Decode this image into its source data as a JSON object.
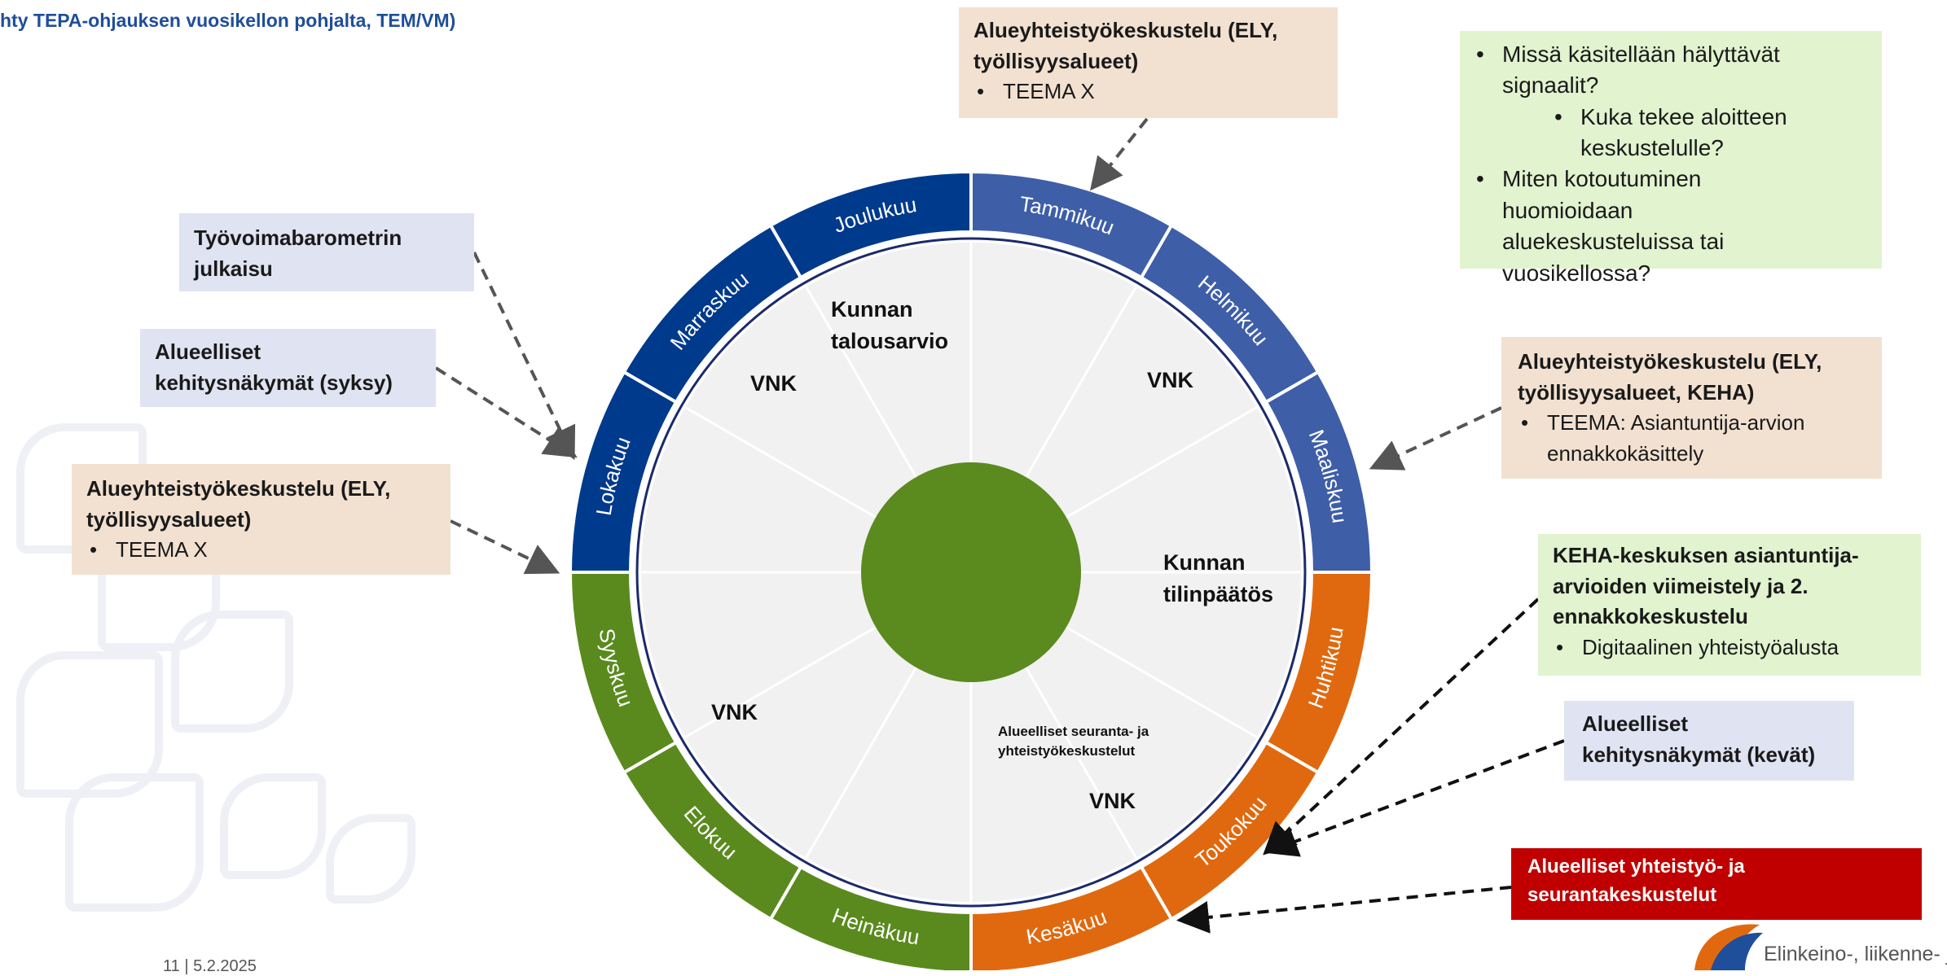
{
  "title": "hty TEPA-ohjauksen vuosikellon pohjalta, TEM/VM)",
  "months": [
    {
      "name": "Tammikuu",
      "color": "#3e5ea8"
    },
    {
      "name": "Helmikuu",
      "color": "#3e5ea8"
    },
    {
      "name": "Maaliskuu",
      "color": "#3e5ea8"
    },
    {
      "name": "Huhtikuu",
      "color": "#e0690f"
    },
    {
      "name": "Toukokuu",
      "color": "#e0690f"
    },
    {
      "name": "Kesäkuu",
      "color": "#e0690f"
    },
    {
      "name": "Heinäkuu",
      "color": "#5a8a1e"
    },
    {
      "name": "Elokuu",
      "color": "#5a8a1e"
    },
    {
      "name": "Syyskuu",
      "color": "#5a8a1e"
    },
    {
      "name": "Lokakuu",
      "color": "#003a8c"
    },
    {
      "name": "Marraskuu",
      "color": "#003a8c"
    },
    {
      "name": "Joulukuu",
      "color": "#003a8c"
    }
  ],
  "inner": {
    "kunnan_talousarvio_1": "Kunnan",
    "kunnan_talousarvio_2": "talousarvio",
    "vnk": "VNK",
    "kunnan_tilinpaatos_1": "Kunnan",
    "kunnan_tilinpaatos_2": "tilinpäätös",
    "seuranta_1": "Alueelliset seuranta- ja",
    "seuranta_2": "yhteistyökeskustelut",
    "center_color": "#5b8a1e"
  },
  "boxes": {
    "top_center": {
      "title_1": "Alueyhteistyökeskustelu (ELY,",
      "title_2": "työllisyysalueet)",
      "bullet": "TEEMA X"
    },
    "barometri": {
      "line_1": "Työvoimabarometrin",
      "line_2": "julkaisu"
    },
    "syksy": {
      "line_1": "Alueelliset",
      "line_2": "kehitysnäkymät (syksy)"
    },
    "left_peach": {
      "title_1": "Alueyhteistyökeskustelu (ELY,",
      "title_2": "työllisyysalueet)",
      "bullet": "TEEMA X"
    },
    "questions": {
      "q1_1": "Missä käsitellään hälyttävät",
      "q1_2": "signaalit?",
      "q2_1": "Kuka tekee aloitteen",
      "q2_2": "keskustelulle?",
      "q3_1": "Miten kotoutuminen",
      "q3_2": "huomioidaan",
      "q3_3": "aluekeskusteluissa tai",
      "q3_4": "vuosikellossa?"
    },
    "right_peach": {
      "title_1": "Alueyhteistyökeskustelu (ELY,",
      "title_2": "työllisyysalueet, KEHA)",
      "bullet_1": "TEEMA: Asiantuntija-arvion",
      "bullet_2": "ennakkokäsittely"
    },
    "keha": {
      "title_1": "KEHA-keskuksen asiantuntija-",
      "title_2": "arvioiden viimeistely ja 2.",
      "title_3": "ennakkokeskustelu",
      "bullet": "Digitaalinen yhteistyöalusta"
    },
    "kevat": {
      "line_1": "Alueelliset",
      "line_2": "kehitysnäkymät (kevät)"
    },
    "red": {
      "line_1": "Alueelliset yhteistyö- ja",
      "line_2": "seurantakeskustelut"
    }
  },
  "footer": {
    "page": "11  |  5.2.2025",
    "org": "Elinkeino-, liikenne- ja"
  }
}
